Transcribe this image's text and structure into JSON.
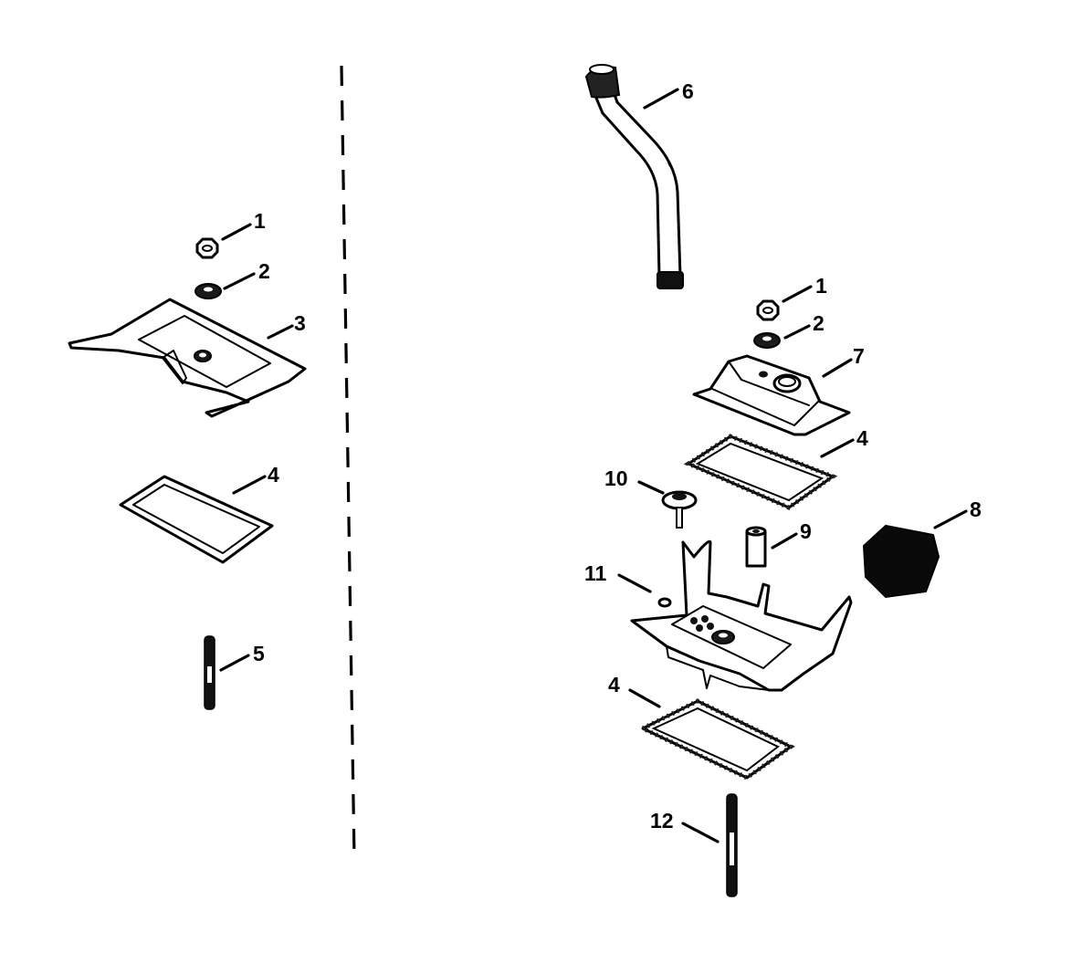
{
  "callouts": {
    "left_nut": "1",
    "left_washer": "2",
    "left_bracket": "3",
    "left_gasket": "4",
    "left_stud": "5",
    "breather_tube": "6",
    "right_nut": "1",
    "right_washer": "2",
    "cover": "7",
    "upper_gasket": "4",
    "filter_element": "8",
    "spacer": "9",
    "valve": "10",
    "base_bracket": "11",
    "lower_gasket": "4",
    "long_stud": "12"
  }
}
